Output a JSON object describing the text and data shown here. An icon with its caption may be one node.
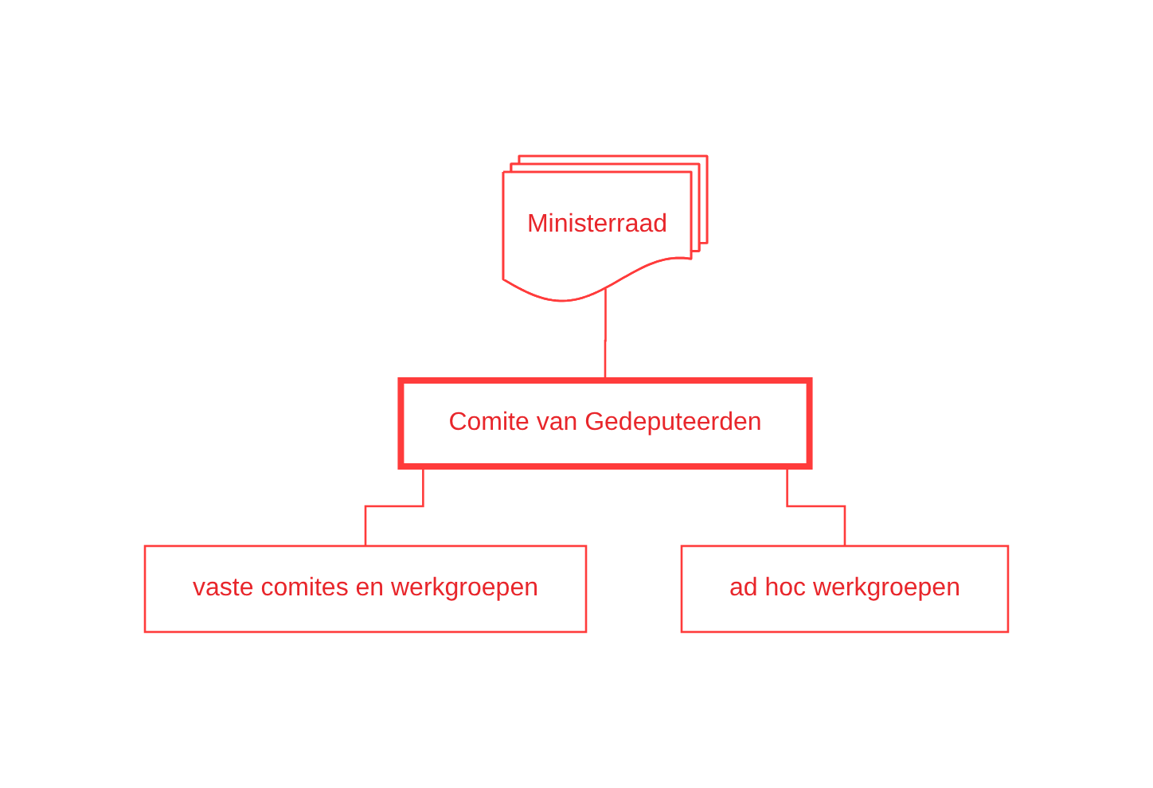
{
  "diagram": {
    "nodes": [
      {
        "text": [
          "Ministerraad"
        ]
      },
      {
        "text": [
          "Comite van Gedeputeerden"
        ]
      },
      {
        "text": [
          "vaste comites en werkgroepen"
        ]
      },
      {
        "text": [
          "ad hoc werkgroepen"
        ]
      }
    ],
    "edges": [
      {
        "from": 0,
        "to": 1,
        "arrow": "none"
      },
      {
        "from": 1,
        "to": 2,
        "arrow": "none"
      },
      {
        "from": 1,
        "to": 3,
        "arrow": "none"
      }
    ]
  }
}
